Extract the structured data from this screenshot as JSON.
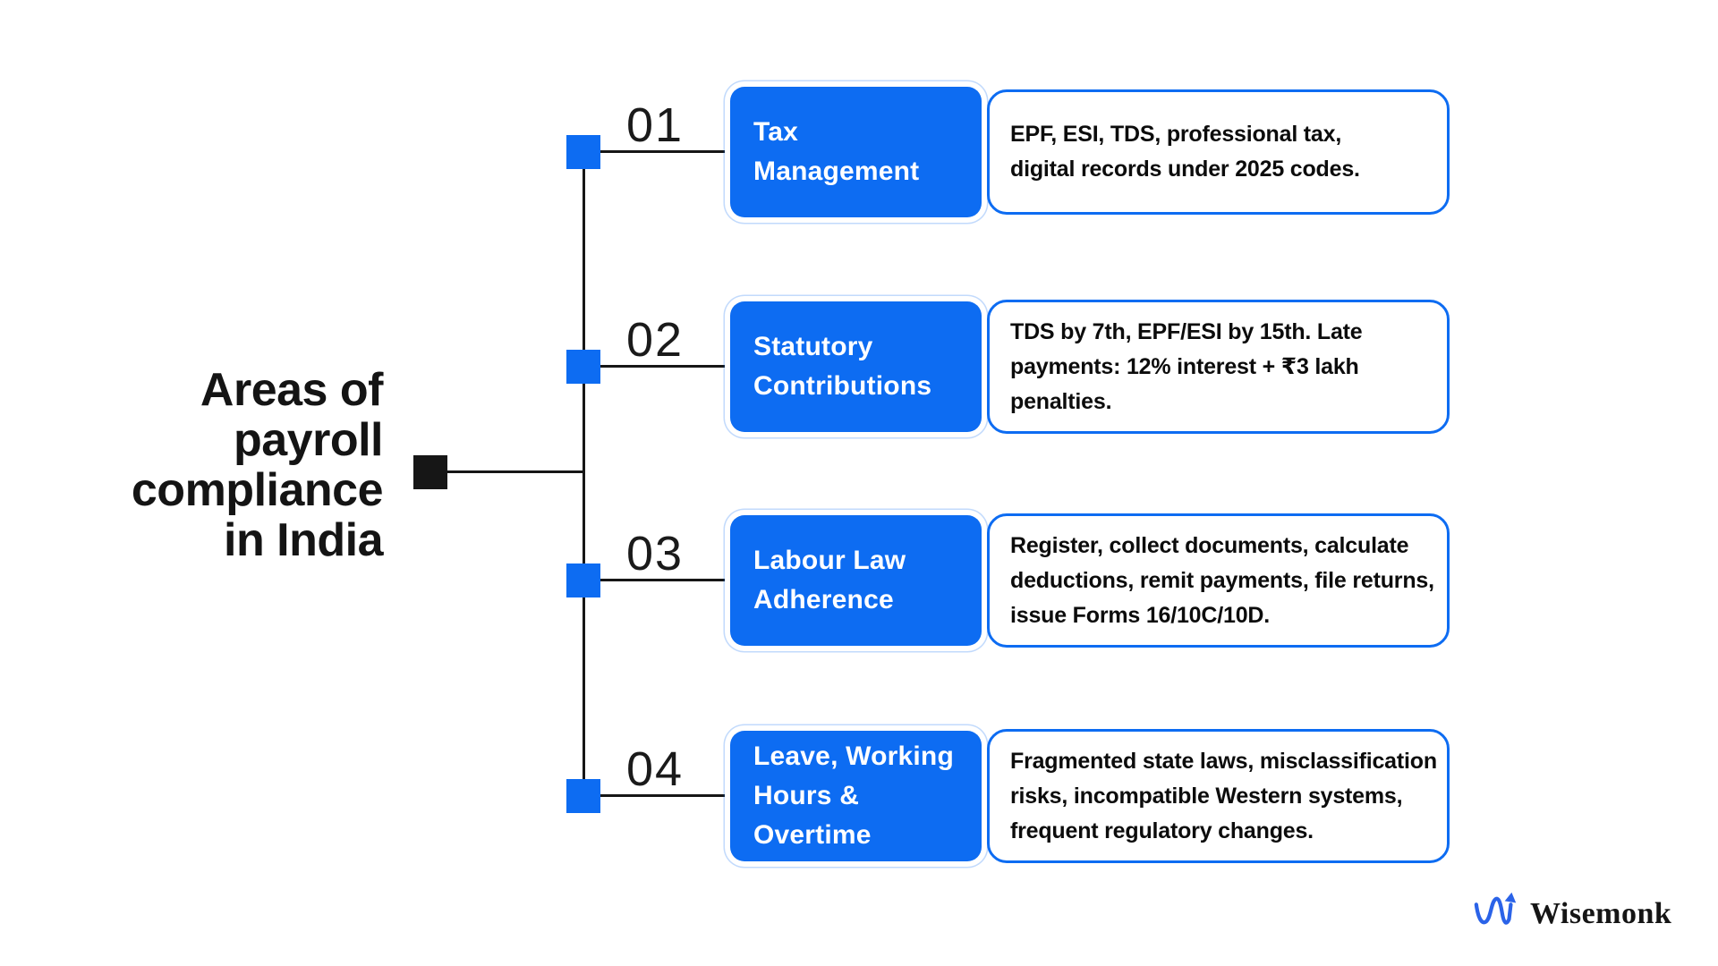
{
  "title": "Areas of\npayroll\ncompliance\nin India",
  "items": [
    {
      "number": "01",
      "label": "Tax\nManagement",
      "description": "EPF, ESI, TDS, professional tax,\ndigital records under 2025 codes."
    },
    {
      "number": "02",
      "label": "Statutory\nContributions",
      "description": "TDS by 7th, EPF/ESI by 15th. Late\npayments: 12% interest + ₹3 lakh\npenalties."
    },
    {
      "number": "03",
      "label": "Labour Law\nAdherence",
      "description": "Register, collect documents, calculate\ndeductions, remit payments, file returns,\nissue Forms 16/10C/10D."
    },
    {
      "number": "04",
      "label": "Leave, Working\nHours &\nOvertime",
      "description": "Fragmented state laws, misclassification\nrisks, incompatible Western systems,\nfrequent regulatory changes."
    }
  ],
  "brand": {
    "name": "Wisemonk",
    "logo_icon": "wave-arrow-icon"
  },
  "colors": {
    "accent": "#0d6cf2",
    "line": "#161616",
    "text": "#0c0c0c",
    "background": "#ffffff",
    "logo_blue": "#2b63e8"
  }
}
